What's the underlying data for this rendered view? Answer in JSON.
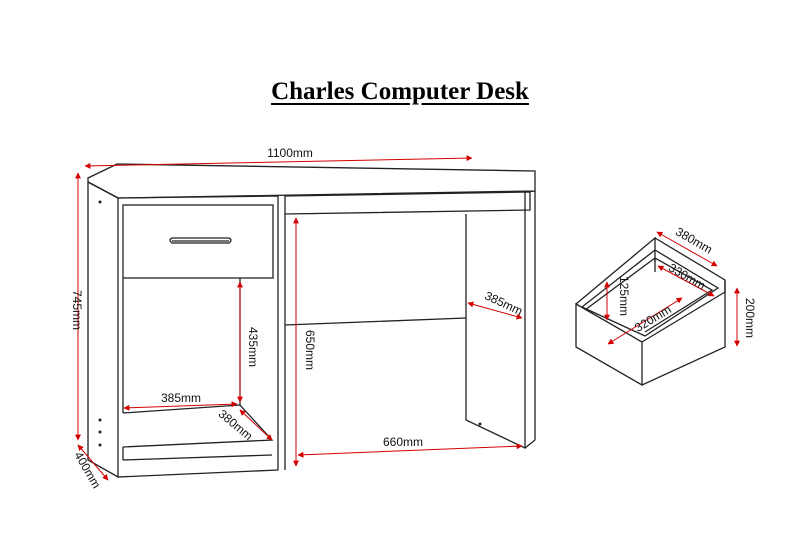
{
  "title": "Charles Computer Desk",
  "dimensions": {
    "width": "1100mm",
    "height": "745mm",
    "depth": "400mm",
    "shelf_width": "385mm",
    "shelf_depth": "380mm",
    "cupboard_height": "435mm",
    "knee_height": "650mm",
    "knee_width": "660mm",
    "knee_depth": "385mm"
  },
  "drawer_dimensions": {
    "width": "380mm",
    "height": "200mm",
    "inner_width": "330mm",
    "inner_depth": "320mm",
    "inner_height": "125mm"
  },
  "colors": {
    "outline": "#222222",
    "dimension_line": "#d40000"
  }
}
